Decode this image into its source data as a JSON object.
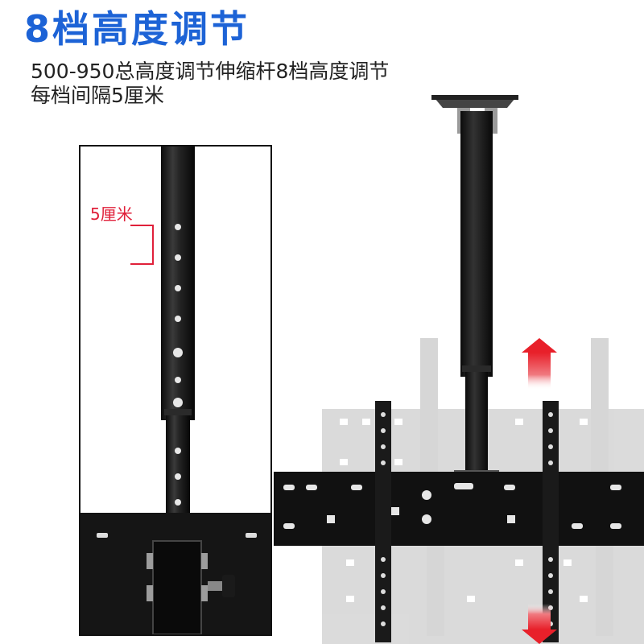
{
  "header": {
    "title": "8档高度调节",
    "lines": [
      "500-950总高度调节伸缩杆8档高度调节",
      "每档间隔5厘米"
    ]
  },
  "detail": {
    "spacing_label": "5厘米"
  },
  "colors": {
    "title_blue": "#1d63d6",
    "label_red": "#e0203a",
    "arrow_red": "#e8202a",
    "pole_black": "#1a1a1a",
    "ghost_gray": "#b8b8b8"
  }
}
